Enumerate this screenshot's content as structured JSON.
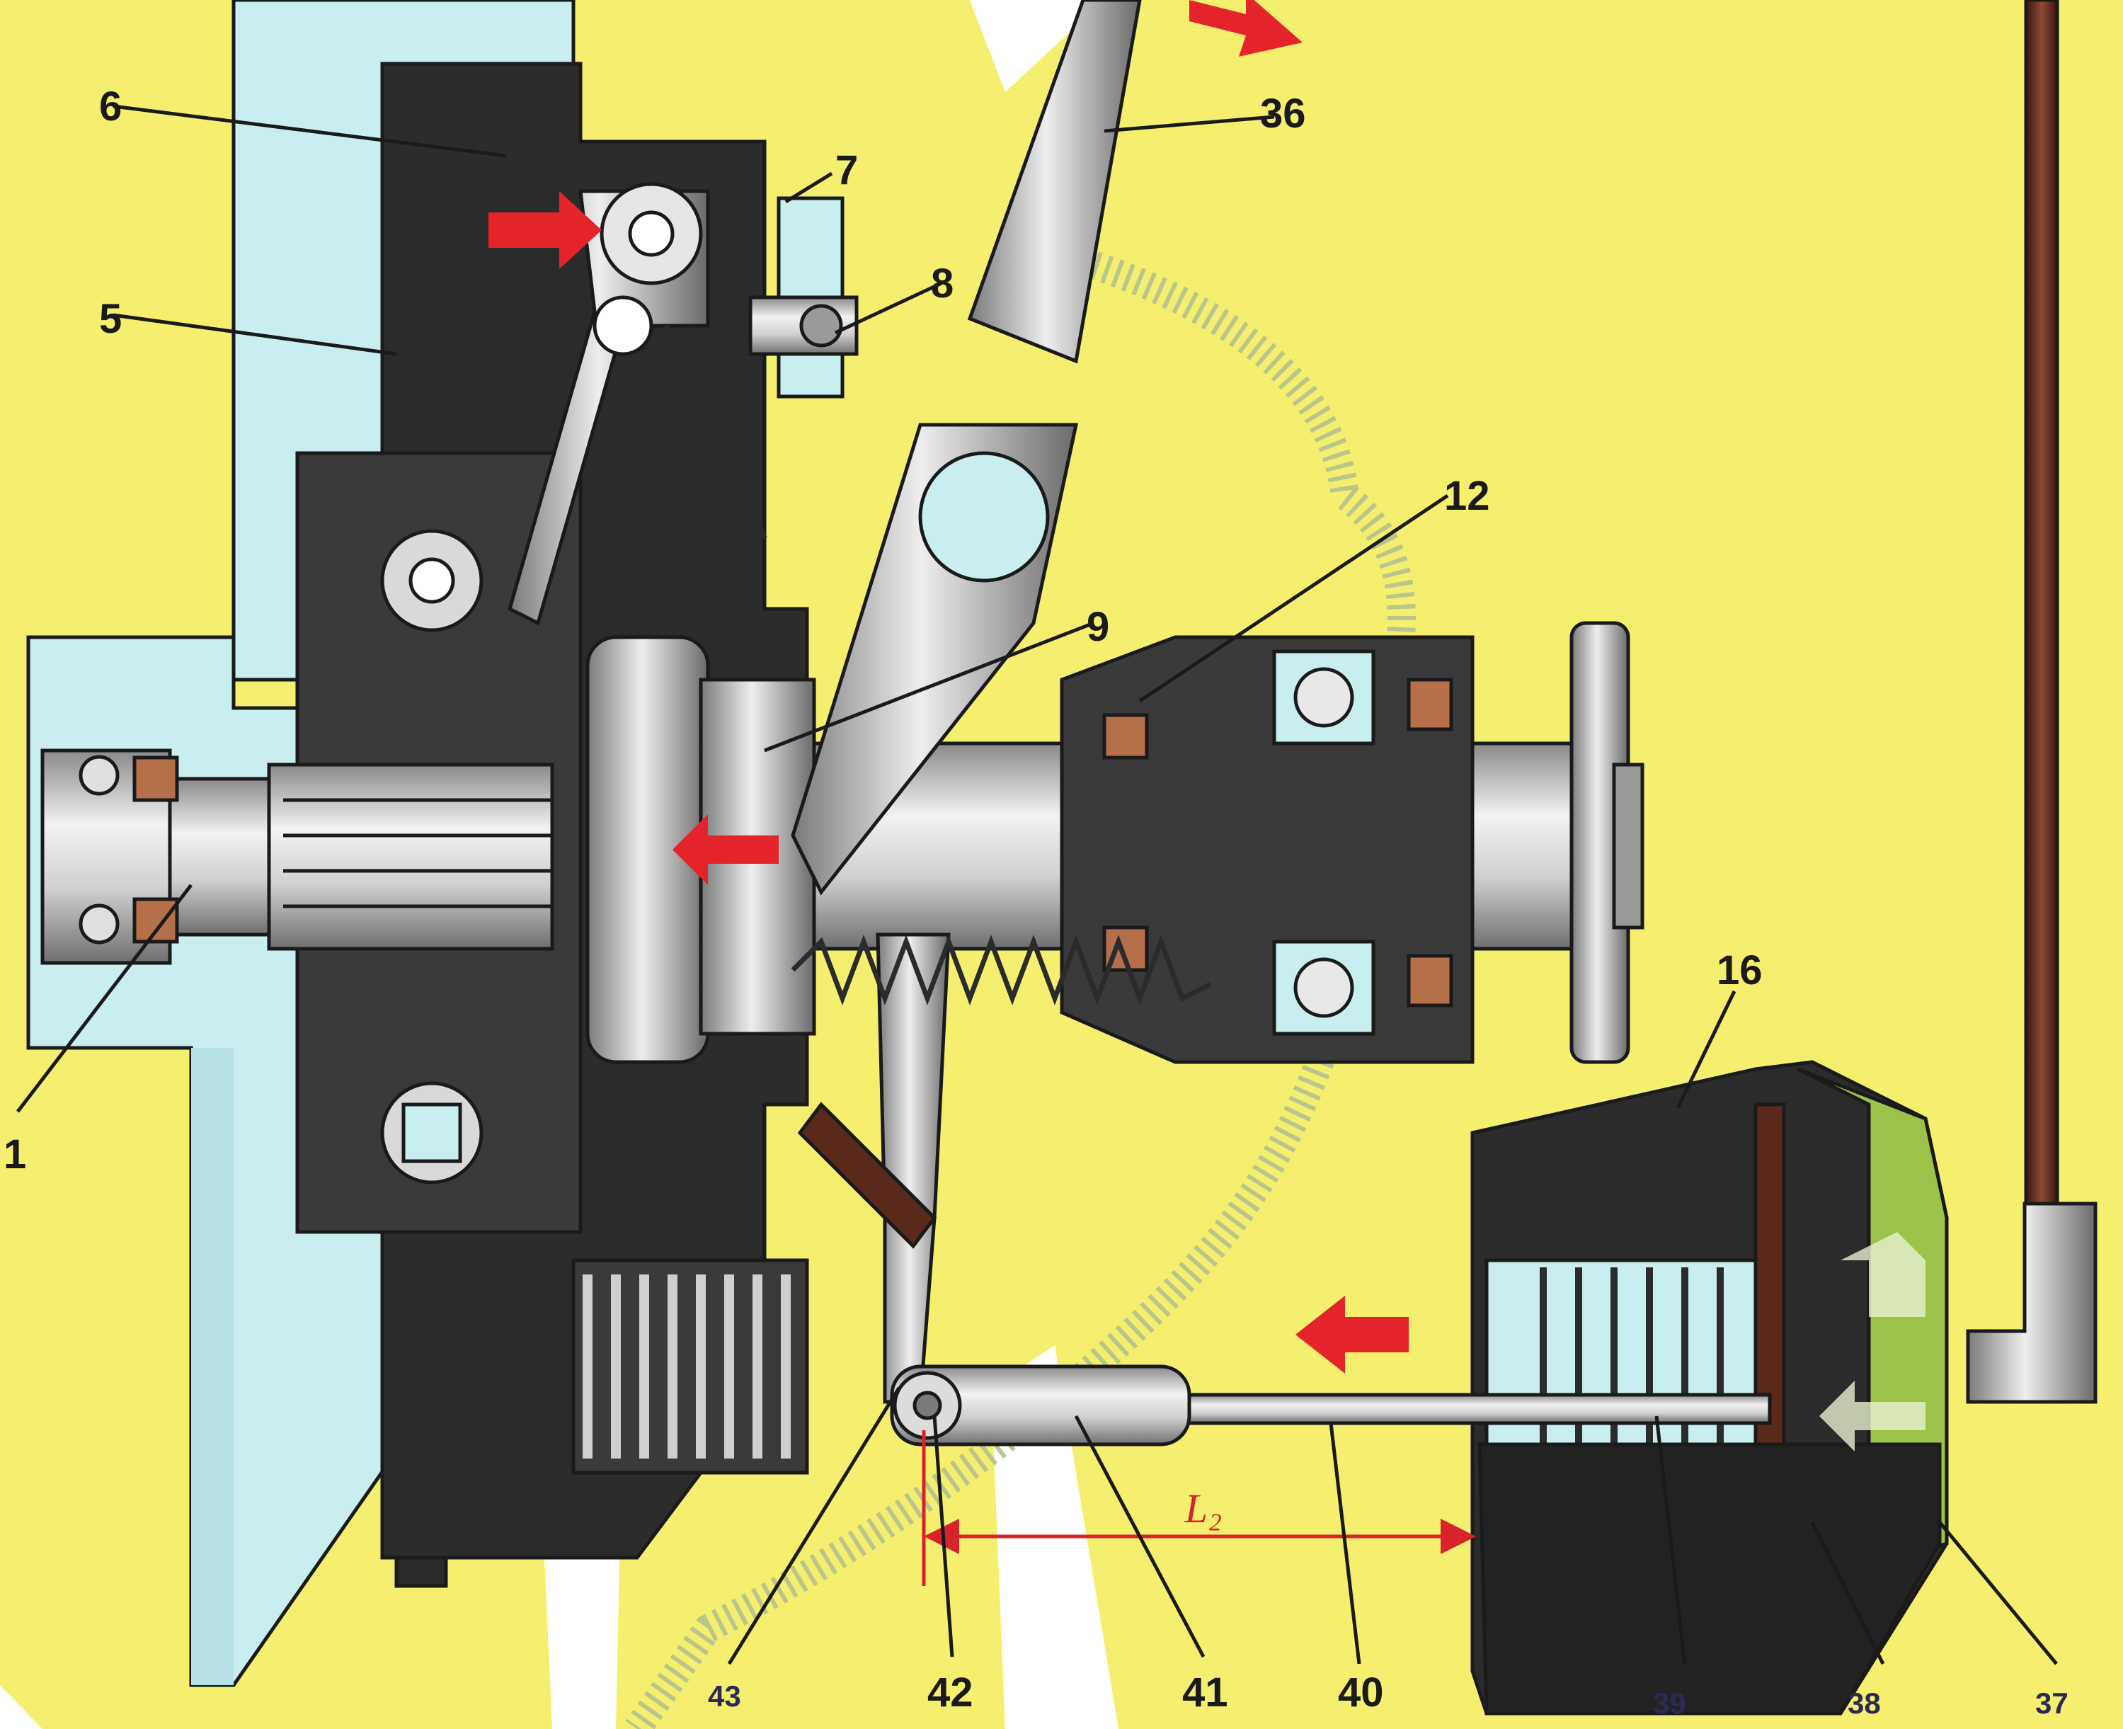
{
  "labels": {
    "l1": "1",
    "l5": "5",
    "l6": "6",
    "l7": "7",
    "l8": "8",
    "l9": "9",
    "l12": "12",
    "l16": "16",
    "l36": "36",
    "l37": "37",
    "l38": "38",
    "l39": "39",
    "l40": "40",
    "l41": "41",
    "l42": "42",
    "l43": "43"
  },
  "dimension": {
    "label": "L₂"
  },
  "colors": {
    "background": "#f4ef6e",
    "housing": "#c9eef0",
    "dark_housing": "#2b2b2b",
    "steel": "#b9b9b9",
    "friction": "#b5704a",
    "cylinder_fill": "#9cc24a",
    "arrow": "#e3242b",
    "pipe": "#5a2a1c"
  }
}
